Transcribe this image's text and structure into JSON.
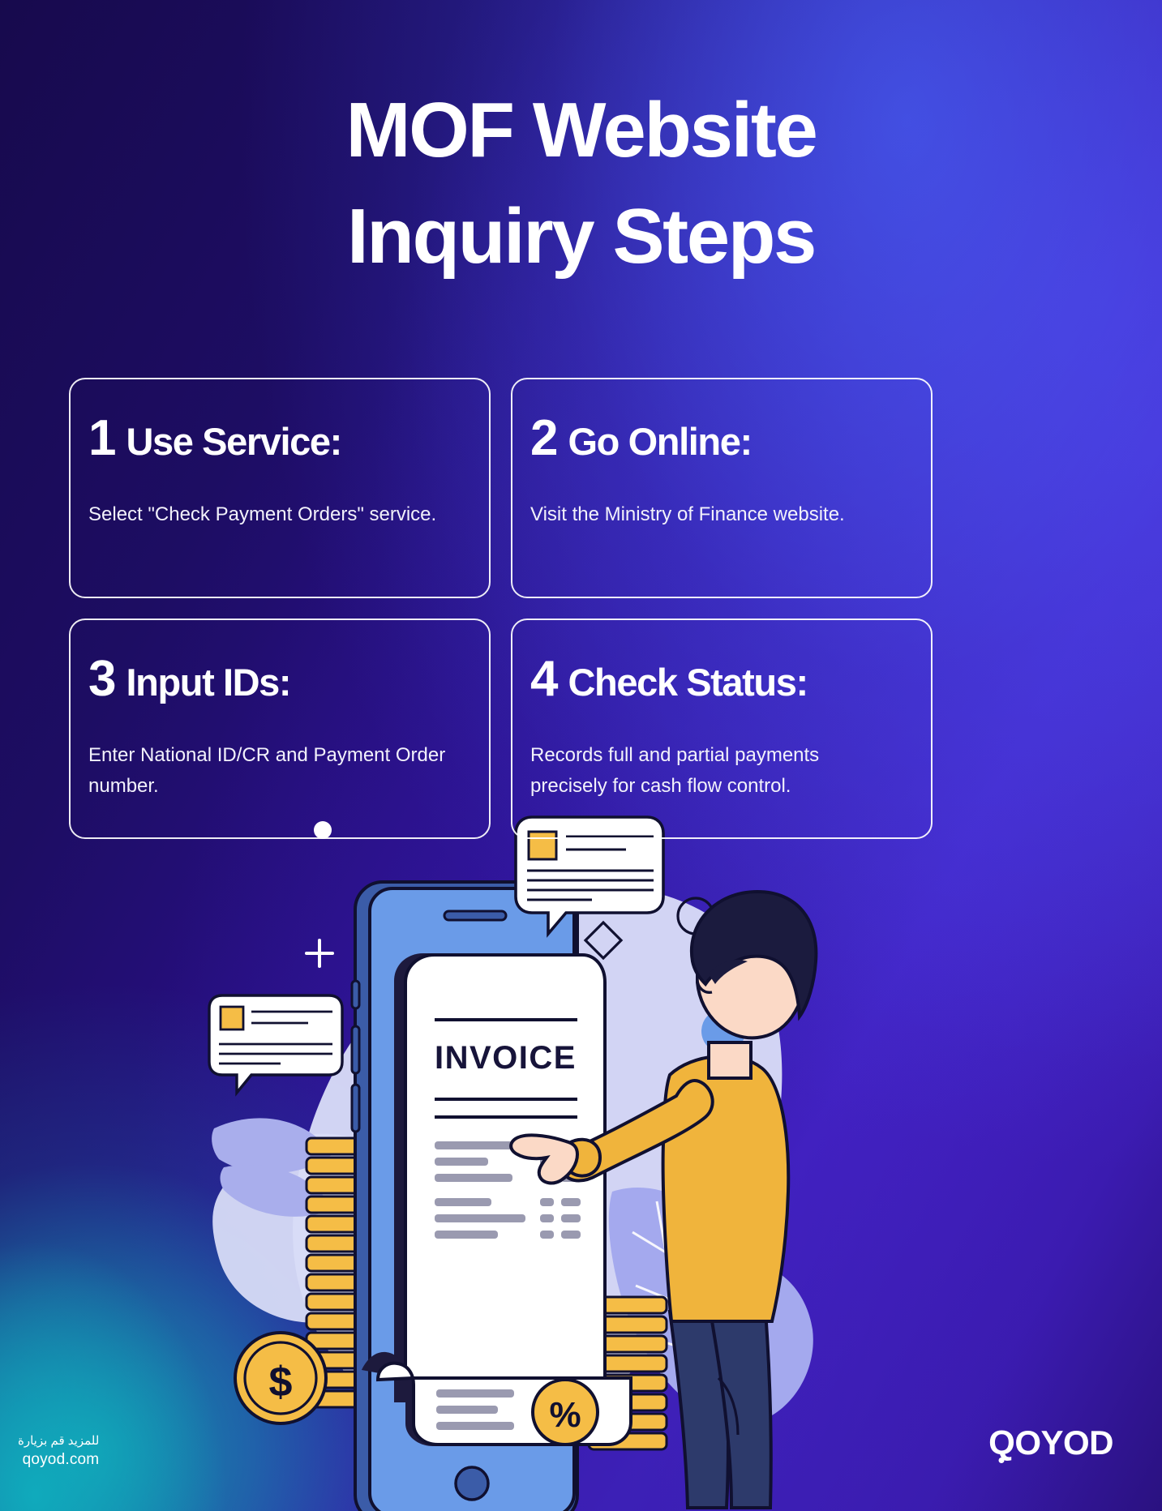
{
  "title": {
    "line1": "MOF Website",
    "line2": "Inquiry Steps"
  },
  "colors": {
    "bg_deep_navy": "#170a4d",
    "bg_violet": "#4522c9",
    "bg_teal": "#12a0b4",
    "card_border": "#ffffff",
    "accent_yellow": "#f5bd46",
    "illustration_blue": "#6a9be8",
    "illustration_lavender": "#d8dcf7",
    "text_white": "#ffffff"
  },
  "steps": [
    {
      "number": "1",
      "title": "Use Service:",
      "body": "Select \"Check Payment Orders\" service."
    },
    {
      "number": "2",
      "title": "Go Online:",
      "body": "Visit the Ministry of Finance website."
    },
    {
      "number": "3",
      "title": "Input IDs:",
      "body": " Enter National ID/CR and Payment Order number."
    },
    {
      "number": "4",
      "title": "Check Status:",
      "body": "Records full and partial payments precisely for cash flow control."
    }
  ],
  "illustration": {
    "invoice_heading": "INVOICE",
    "percent_badge": "%",
    "coin_symbol": "$",
    "plus_marks": 2,
    "speech_bubbles": 2,
    "diamond_marks": 1,
    "circle_marks": 3
  },
  "footer": {
    "arabic_text": "للمزيد قم بزيارة",
    "website": "qoyod.com",
    "logo_text": "QOYOD",
    "logo_q": "Q",
    "logo_rest": "OYOD"
  }
}
